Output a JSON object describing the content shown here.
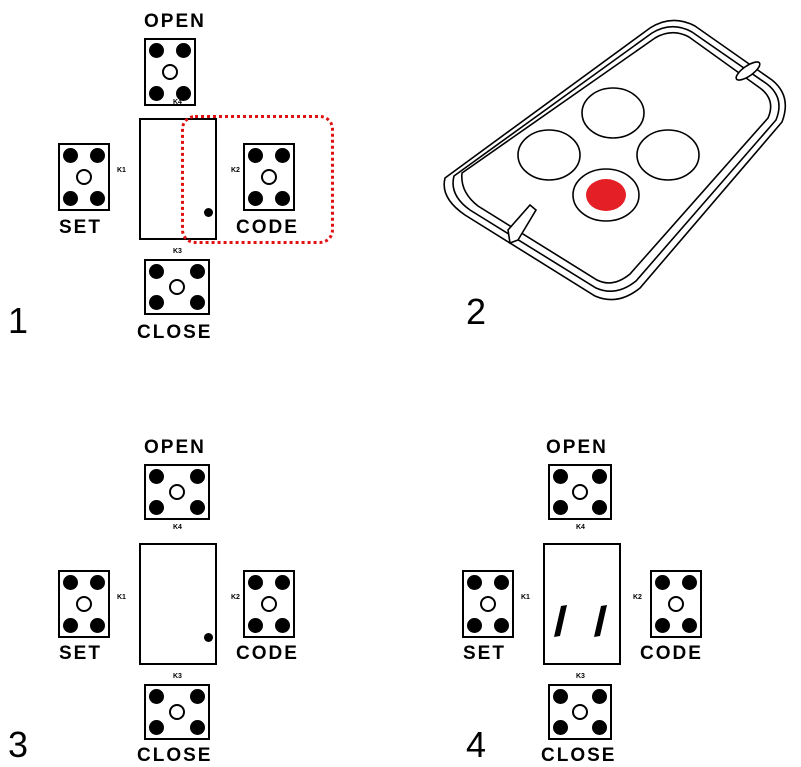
{
  "panels": [
    {
      "step": "1",
      "open": "OPEN",
      "close": "CLOSE",
      "set": "SET",
      "code": "CODE",
      "k1": "K1",
      "k2": "K2",
      "k3": "K3",
      "k4": "K4"
    },
    {
      "step": "2"
    },
    {
      "step": "3",
      "open": "OPEN",
      "close": "CLOSE",
      "set": "SET",
      "code": "CODE",
      "k1": "K1",
      "k2": "K2",
      "k3": "K3",
      "k4": "K4"
    },
    {
      "step": "4",
      "open": "OPEN",
      "close": "CLOSE",
      "set": "SET",
      "code": "CODE",
      "k1": "K1",
      "k2": "K2",
      "k3": "K3",
      "k4": "K4"
    }
  ],
  "colors": {
    "highlight": "#e11111",
    "pressed_button": "#e51f26",
    "line": "#000000"
  },
  "icons": {
    "remote": "remote-control-icon",
    "led_on": "led-dot-icon",
    "jumper": "jumper-icon"
  }
}
